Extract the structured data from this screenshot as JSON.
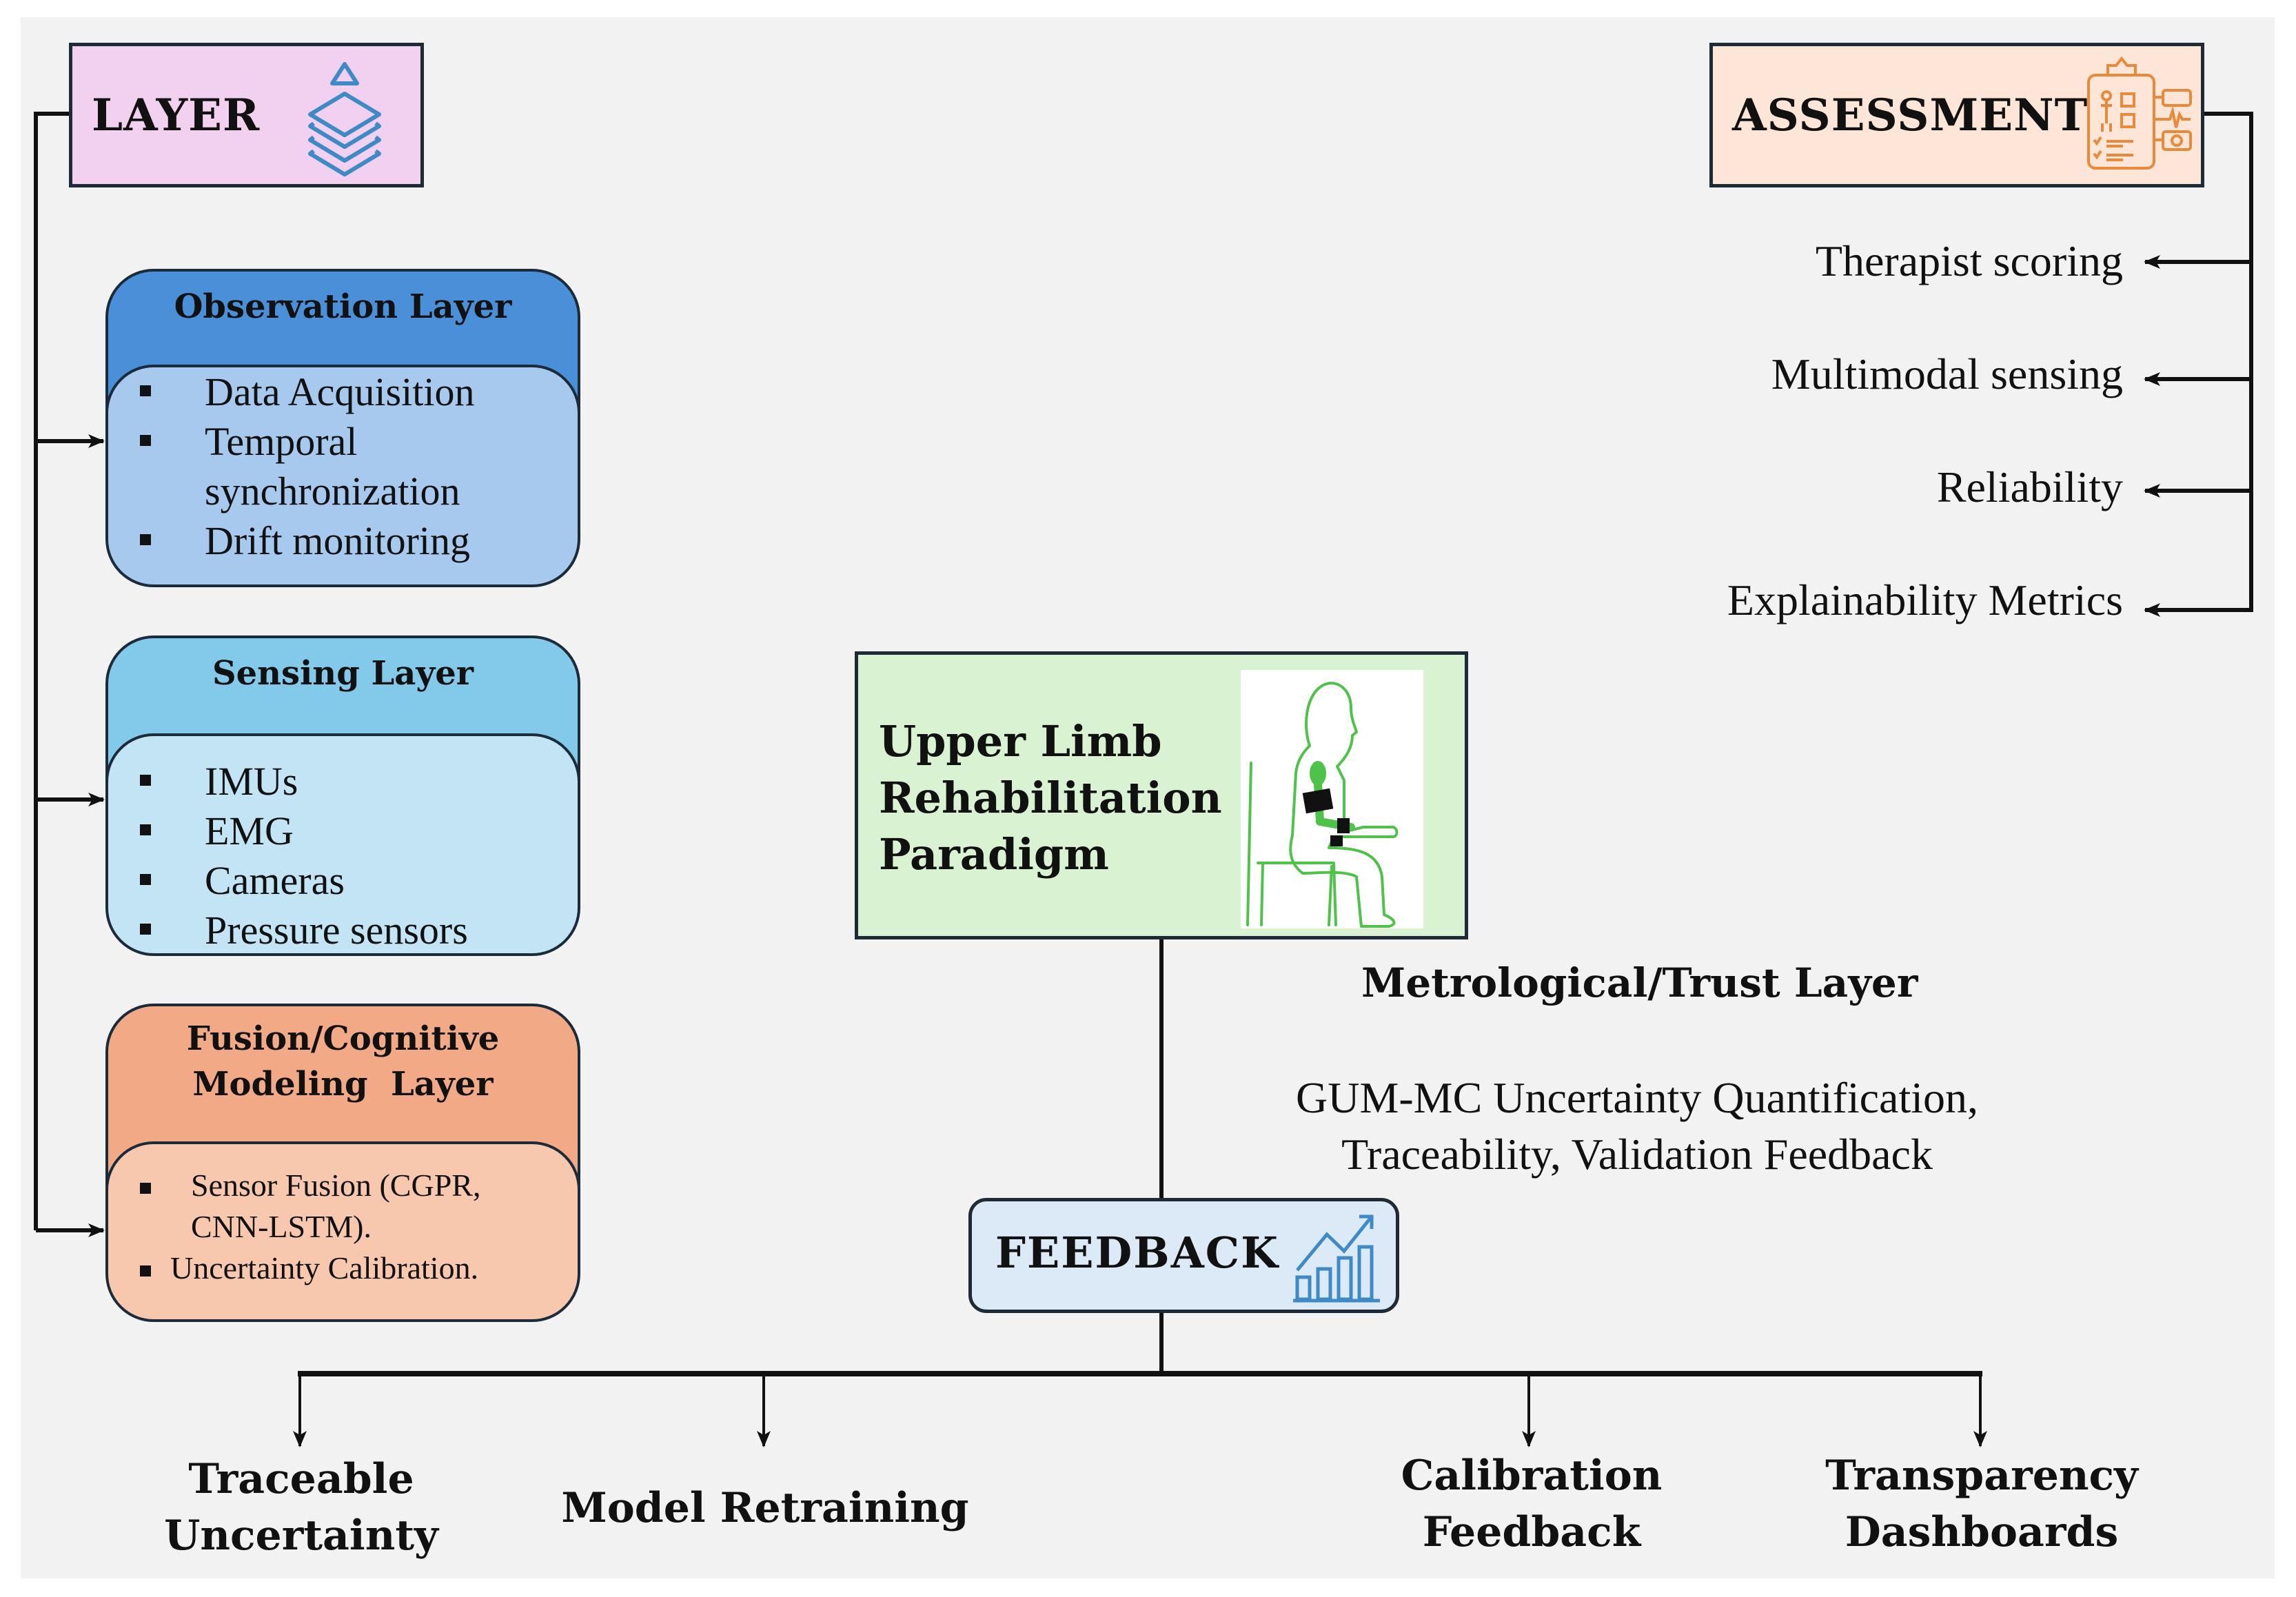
{
  "layer_header": {
    "label": "LAYER",
    "icon": "stacked-layers-icon"
  },
  "assessment_header": {
    "label": "ASSESSMENT",
    "icon": "clipboard-assessment-icon"
  },
  "layers": [
    {
      "title": "Observation Layer",
      "items": [
        "Data Acquisition",
        "Temporal synchronization",
        "Drift monitoring"
      ],
      "head_color": "#4a90d9",
      "body_color": "#a8c9ee"
    },
    {
      "title": "Sensing Layer",
      "items": [
        "IMUs",
        "EMG",
        "Cameras",
        "Pressure sensors"
      ],
      "head_color": "#83c9ea",
      "body_color": "#c2e4f5"
    },
    {
      "title_line1": "Fusion/Cognitive",
      "title_line2": "Modeling  Layer",
      "items": [
        "Sensor Fusion (CGPR, CNN-LSTM).",
        "Uncertainty Calibration."
      ],
      "head_color": "#f2a985",
      "body_color": "#f7c8ad"
    }
  ],
  "assessment_items": [
    "Therapist scoring",
    "Multimodal sensing",
    "Reliability",
    "Explainability Metrics"
  ],
  "center": {
    "title_lines": [
      "Upper Limb",
      "Rehabilitation",
      "Paradigm"
    ],
    "illustration": "seated-person-with-arm-sensors-icon"
  },
  "trust_layer": {
    "title": "Metrological/Trust Layer",
    "line1": "GUM-MC Uncertainty Quantification,",
    "line2": "Traceability, Validation Feedback"
  },
  "feedback": {
    "label": "FEEDBACK",
    "icon": "growth-chart-icon"
  },
  "outputs": [
    {
      "line1": "Traceable",
      "line2": "Uncertainty"
    },
    {
      "line1": "Model Retraining",
      "line2": ""
    },
    {
      "line1": "Calibration",
      "line2": "Feedback"
    },
    {
      "line1": "Transparency",
      "line2": "Dashboards"
    }
  ],
  "colors": {
    "layer_header_bg": "#f2d0ef",
    "assessment_header_bg": "#fde5d7",
    "center_bg": "#d9f2d2",
    "feedback_bg": "#dceaf7",
    "icon_blue": "#3d8ac7",
    "icon_orange": "#e88a3a",
    "icon_green": "#4fc24a"
  }
}
